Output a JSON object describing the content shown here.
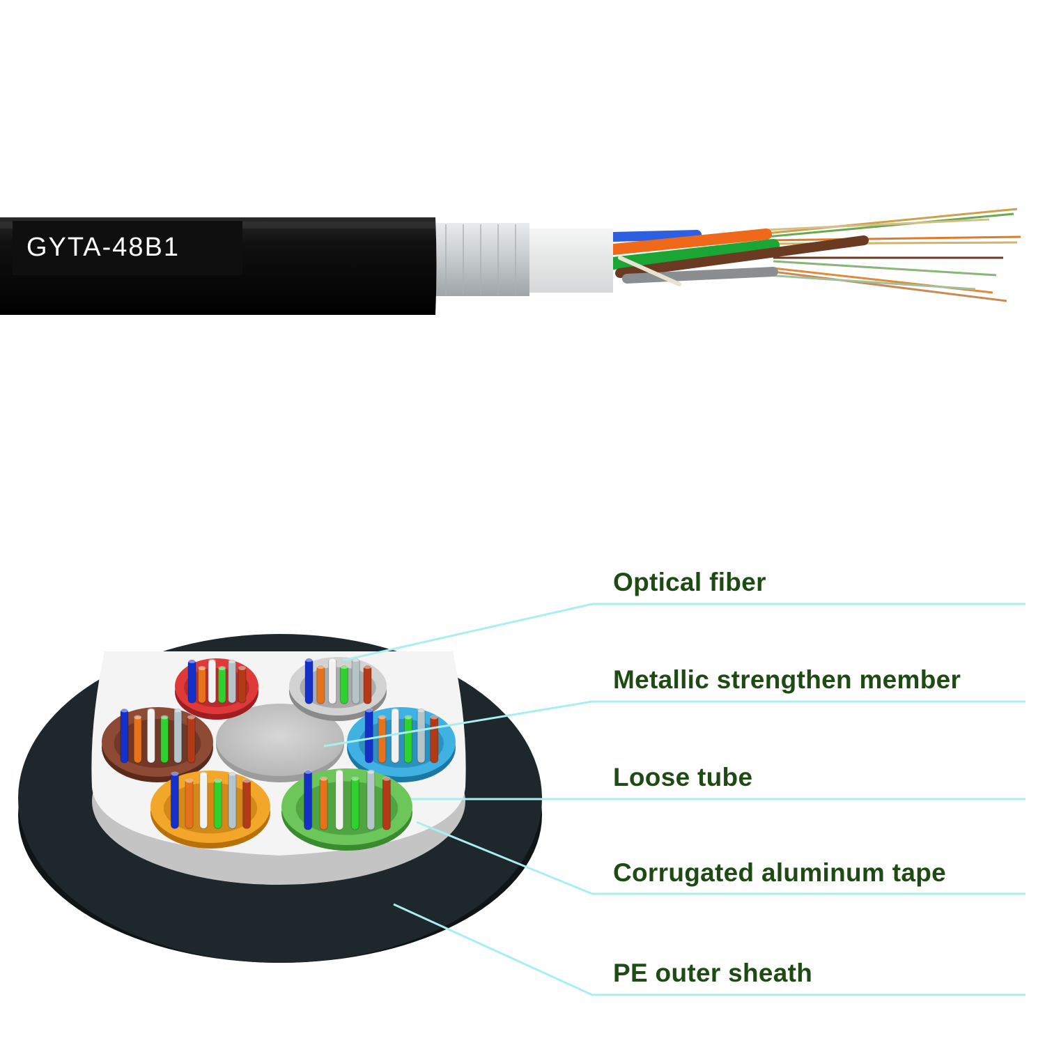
{
  "cable": {
    "print_text": "GYTA-48B1",
    "sheath_color": "#0b0b0b",
    "tape_color": "#cfd3d6",
    "tube_colors": [
      "#2d5fe0",
      "#ee6a1a",
      "#1aa534",
      "#6b3a22",
      "#8a8e90"
    ]
  },
  "cross_section": {
    "sheath_color": "#1e272b",
    "filler_color": "#f4f4f4",
    "center_member_color": "#c9c9c9",
    "tubes": [
      {
        "name": "red",
        "ring": "#e0393a",
        "dark": "#9d1f22"
      },
      {
        "name": "gray",
        "ring": "#d2d2d2",
        "dark": "#8a8a8a"
      },
      {
        "name": "brown",
        "ring": "#8d4a35",
        "dark": "#5b2a1b"
      },
      {
        "name": "blue",
        "ring": "#3fb1e3",
        "dark": "#1d77a3"
      },
      {
        "name": "orange",
        "ring": "#f2a72a",
        "dark": "#b87108"
      },
      {
        "name": "green",
        "ring": "#6cc65a",
        "dark": "#3a8a2e"
      }
    ],
    "fiber_colors": [
      "#1430c8",
      "#e8721c",
      "#f2f2f2",
      "#2fd12f",
      "#b5c4c8",
      "#b23a16"
    ]
  },
  "labels": [
    {
      "id": "optical-fiber",
      "text": "Optical fiber"
    },
    {
      "id": "metallic-strengthen-member",
      "text": "Metallic strengthen member"
    },
    {
      "id": "loose-tube",
      "text": "Loose tube"
    },
    {
      "id": "corrugated-aluminum-tape",
      "text": "Corrugated aluminum tape"
    },
    {
      "id": "pe-outer-sheath",
      "text": "PE outer sheath"
    }
  ],
  "leader_color": "#a9eef1",
  "label_color": "#1e4a14"
}
